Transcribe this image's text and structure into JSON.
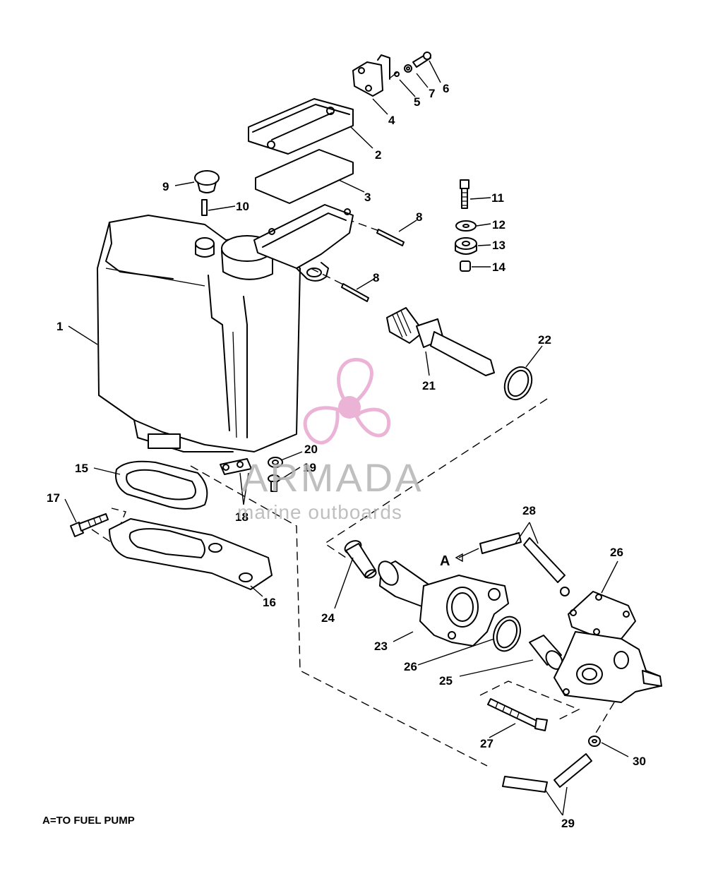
{
  "diagram": {
    "callouts": [
      {
        "id": "1",
        "label": "1"
      },
      {
        "id": "2",
        "label": "2"
      },
      {
        "id": "3",
        "label": "3"
      },
      {
        "id": "4",
        "label": "4"
      },
      {
        "id": "5",
        "label": "5"
      },
      {
        "id": "6",
        "label": "6"
      },
      {
        "id": "7",
        "label": "7"
      },
      {
        "id": "8a",
        "label": "8"
      },
      {
        "id": "8b",
        "label": "8"
      },
      {
        "id": "9",
        "label": "9"
      },
      {
        "id": "10",
        "label": "10"
      },
      {
        "id": "11",
        "label": "11"
      },
      {
        "id": "12",
        "label": "12"
      },
      {
        "id": "13",
        "label": "13"
      },
      {
        "id": "14",
        "label": "14"
      },
      {
        "id": "15",
        "label": "15"
      },
      {
        "id": "16",
        "label": "16"
      },
      {
        "id": "17",
        "label": "17"
      },
      {
        "id": "18",
        "label": "18"
      },
      {
        "id": "19",
        "label": "19"
      },
      {
        "id": "20",
        "label": "20"
      },
      {
        "id": "21",
        "label": "21"
      },
      {
        "id": "22",
        "label": "22"
      },
      {
        "id": "23",
        "label": "23"
      },
      {
        "id": "24",
        "label": "24"
      },
      {
        "id": "25",
        "label": "25"
      },
      {
        "id": "26a",
        "label": "26"
      },
      {
        "id": "26b",
        "label": "26"
      },
      {
        "id": "27",
        "label": "27"
      },
      {
        "id": "28",
        "label": "28"
      },
      {
        "id": "29",
        "label": "29"
      },
      {
        "id": "30",
        "label": "30"
      }
    ],
    "arrow_marker": "A",
    "note": "A=TO FUEL PUMP"
  },
  "watermark": {
    "brand": "ARMADA",
    "tagline": "marine outboards",
    "logo_icon": "propeller-logo-icon",
    "color": "#e8a6cf"
  }
}
